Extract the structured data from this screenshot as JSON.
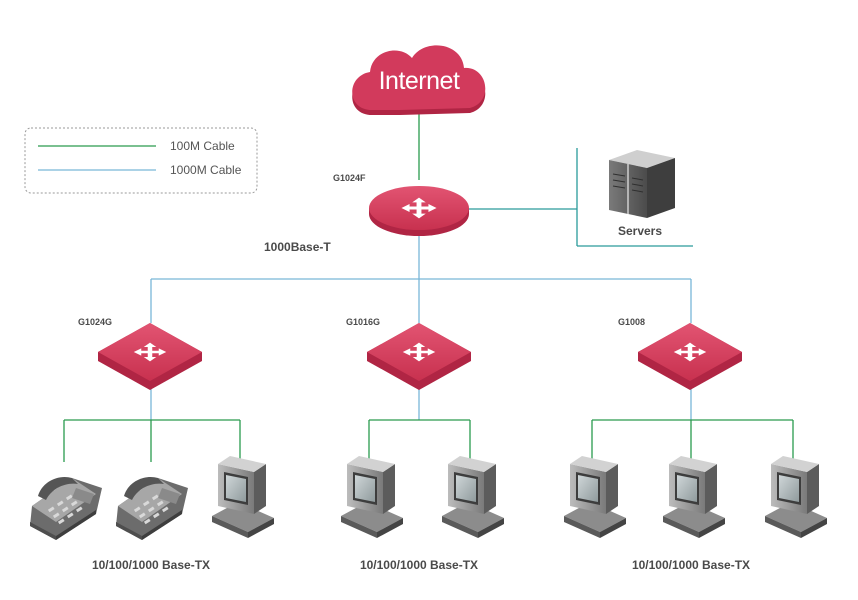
{
  "cloud": {
    "label": "Internet"
  },
  "legend": {
    "line_100m": "100M Cable",
    "line_1000m": "1000M Cable"
  },
  "core": {
    "model": "G1024F",
    "link_label": "1000Base-T"
  },
  "servers": {
    "label": "Servers"
  },
  "switches": [
    {
      "model": "G1024G",
      "ports_label": "10/100/1000 Base-TX"
    },
    {
      "model": "G1016G",
      "ports_label": "10/100/1000 Base-TX"
    },
    {
      "model": "G1008",
      "ports_label": "10/100/1000 Base-TX"
    }
  ],
  "colors": {
    "brand": "#d23a5c",
    "link_100m": "#2a9a4e",
    "link_1000m": "#79b6d8",
    "server_link": "#2a9a9a"
  }
}
